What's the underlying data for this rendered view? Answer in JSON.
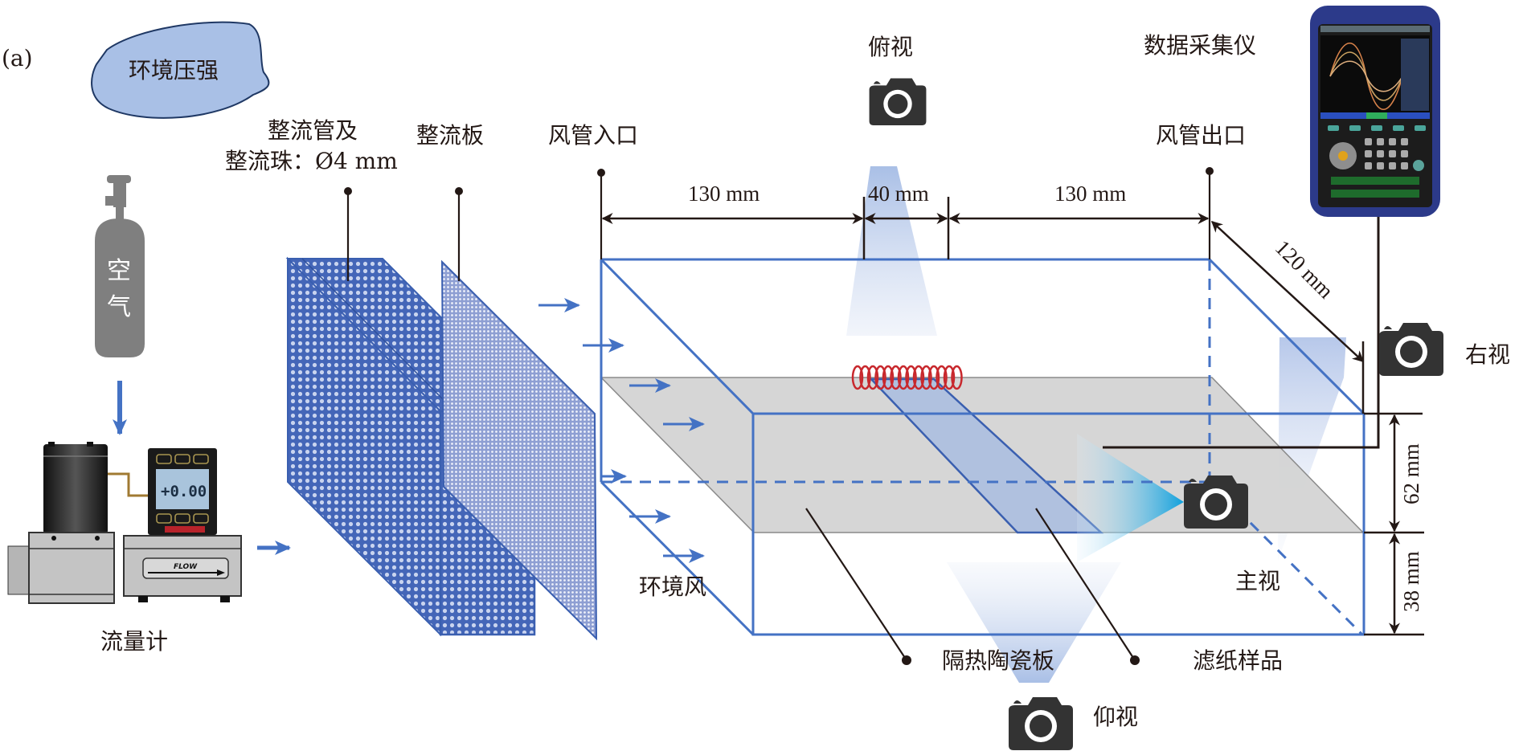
{
  "figure": {
    "panel_label": "(a)",
    "colors": {
      "duct_line": "#4472c4",
      "label_text": "#231815",
      "plate_fill": "#d4d4d4",
      "sample_fill": "#a9bde0",
      "heater_coil": "#c8282d",
      "camera_body": "#333333",
      "pressure_blob": "#a9c0e6",
      "cylinder": "#7f7f7f",
      "view_cone": "#4a8fd6",
      "front_cone": "#19a6dd"
    },
    "labels": {
      "ambient_pressure": "环境压强",
      "air_cylinder_line1": "空",
      "air_cylinder_line2": "气",
      "flowmeter": "流量计",
      "flowmeter_display": "+0.00",
      "flowmeter_flow_mark": "FLOW",
      "straightener_tubes_line1": "整流管及",
      "straightener_tubes_line2": "整流珠：Ø4 mm",
      "straightener_plate": "整流板",
      "duct_inlet": "风管入口",
      "duct_outlet": "风管出口",
      "data_logger": "数据采集仪",
      "top_view": "俯视",
      "right_view": "右视",
      "front_view": "主视",
      "bottom_view": "仰视",
      "ambient_wind": "环境风",
      "insulating_ceramic_plate": "隔热陶瓷板",
      "filter_paper_sample": "滤纸样品"
    },
    "dimensions": {
      "inlet_to_sample": "130 mm",
      "sample_width": "40 mm",
      "sample_to_outlet": "130 mm",
      "duct_depth": "120 mm",
      "upper_height": "62 mm",
      "lower_height": "38 mm"
    }
  }
}
